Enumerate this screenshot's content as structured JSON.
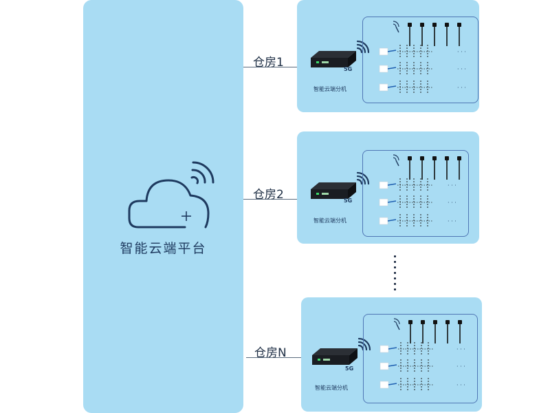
{
  "platform": {
    "label": "智能云端平台",
    "icon": "cloud-wifi-icon"
  },
  "warehouses": [
    {
      "label": "仓房1",
      "gateway_label": "智能云端分机",
      "signal": "5G"
    },
    {
      "label": "仓房2",
      "gateway_label": "智能云端分机",
      "signal": "5G"
    },
    {
      "label": "仓房N",
      "gateway_label": "智能云端分机",
      "signal": "5G"
    }
  ],
  "colors": {
    "panel": "#a9dcf3",
    "line": "#1e3a5f",
    "inner_border": "#4f76b4"
  }
}
